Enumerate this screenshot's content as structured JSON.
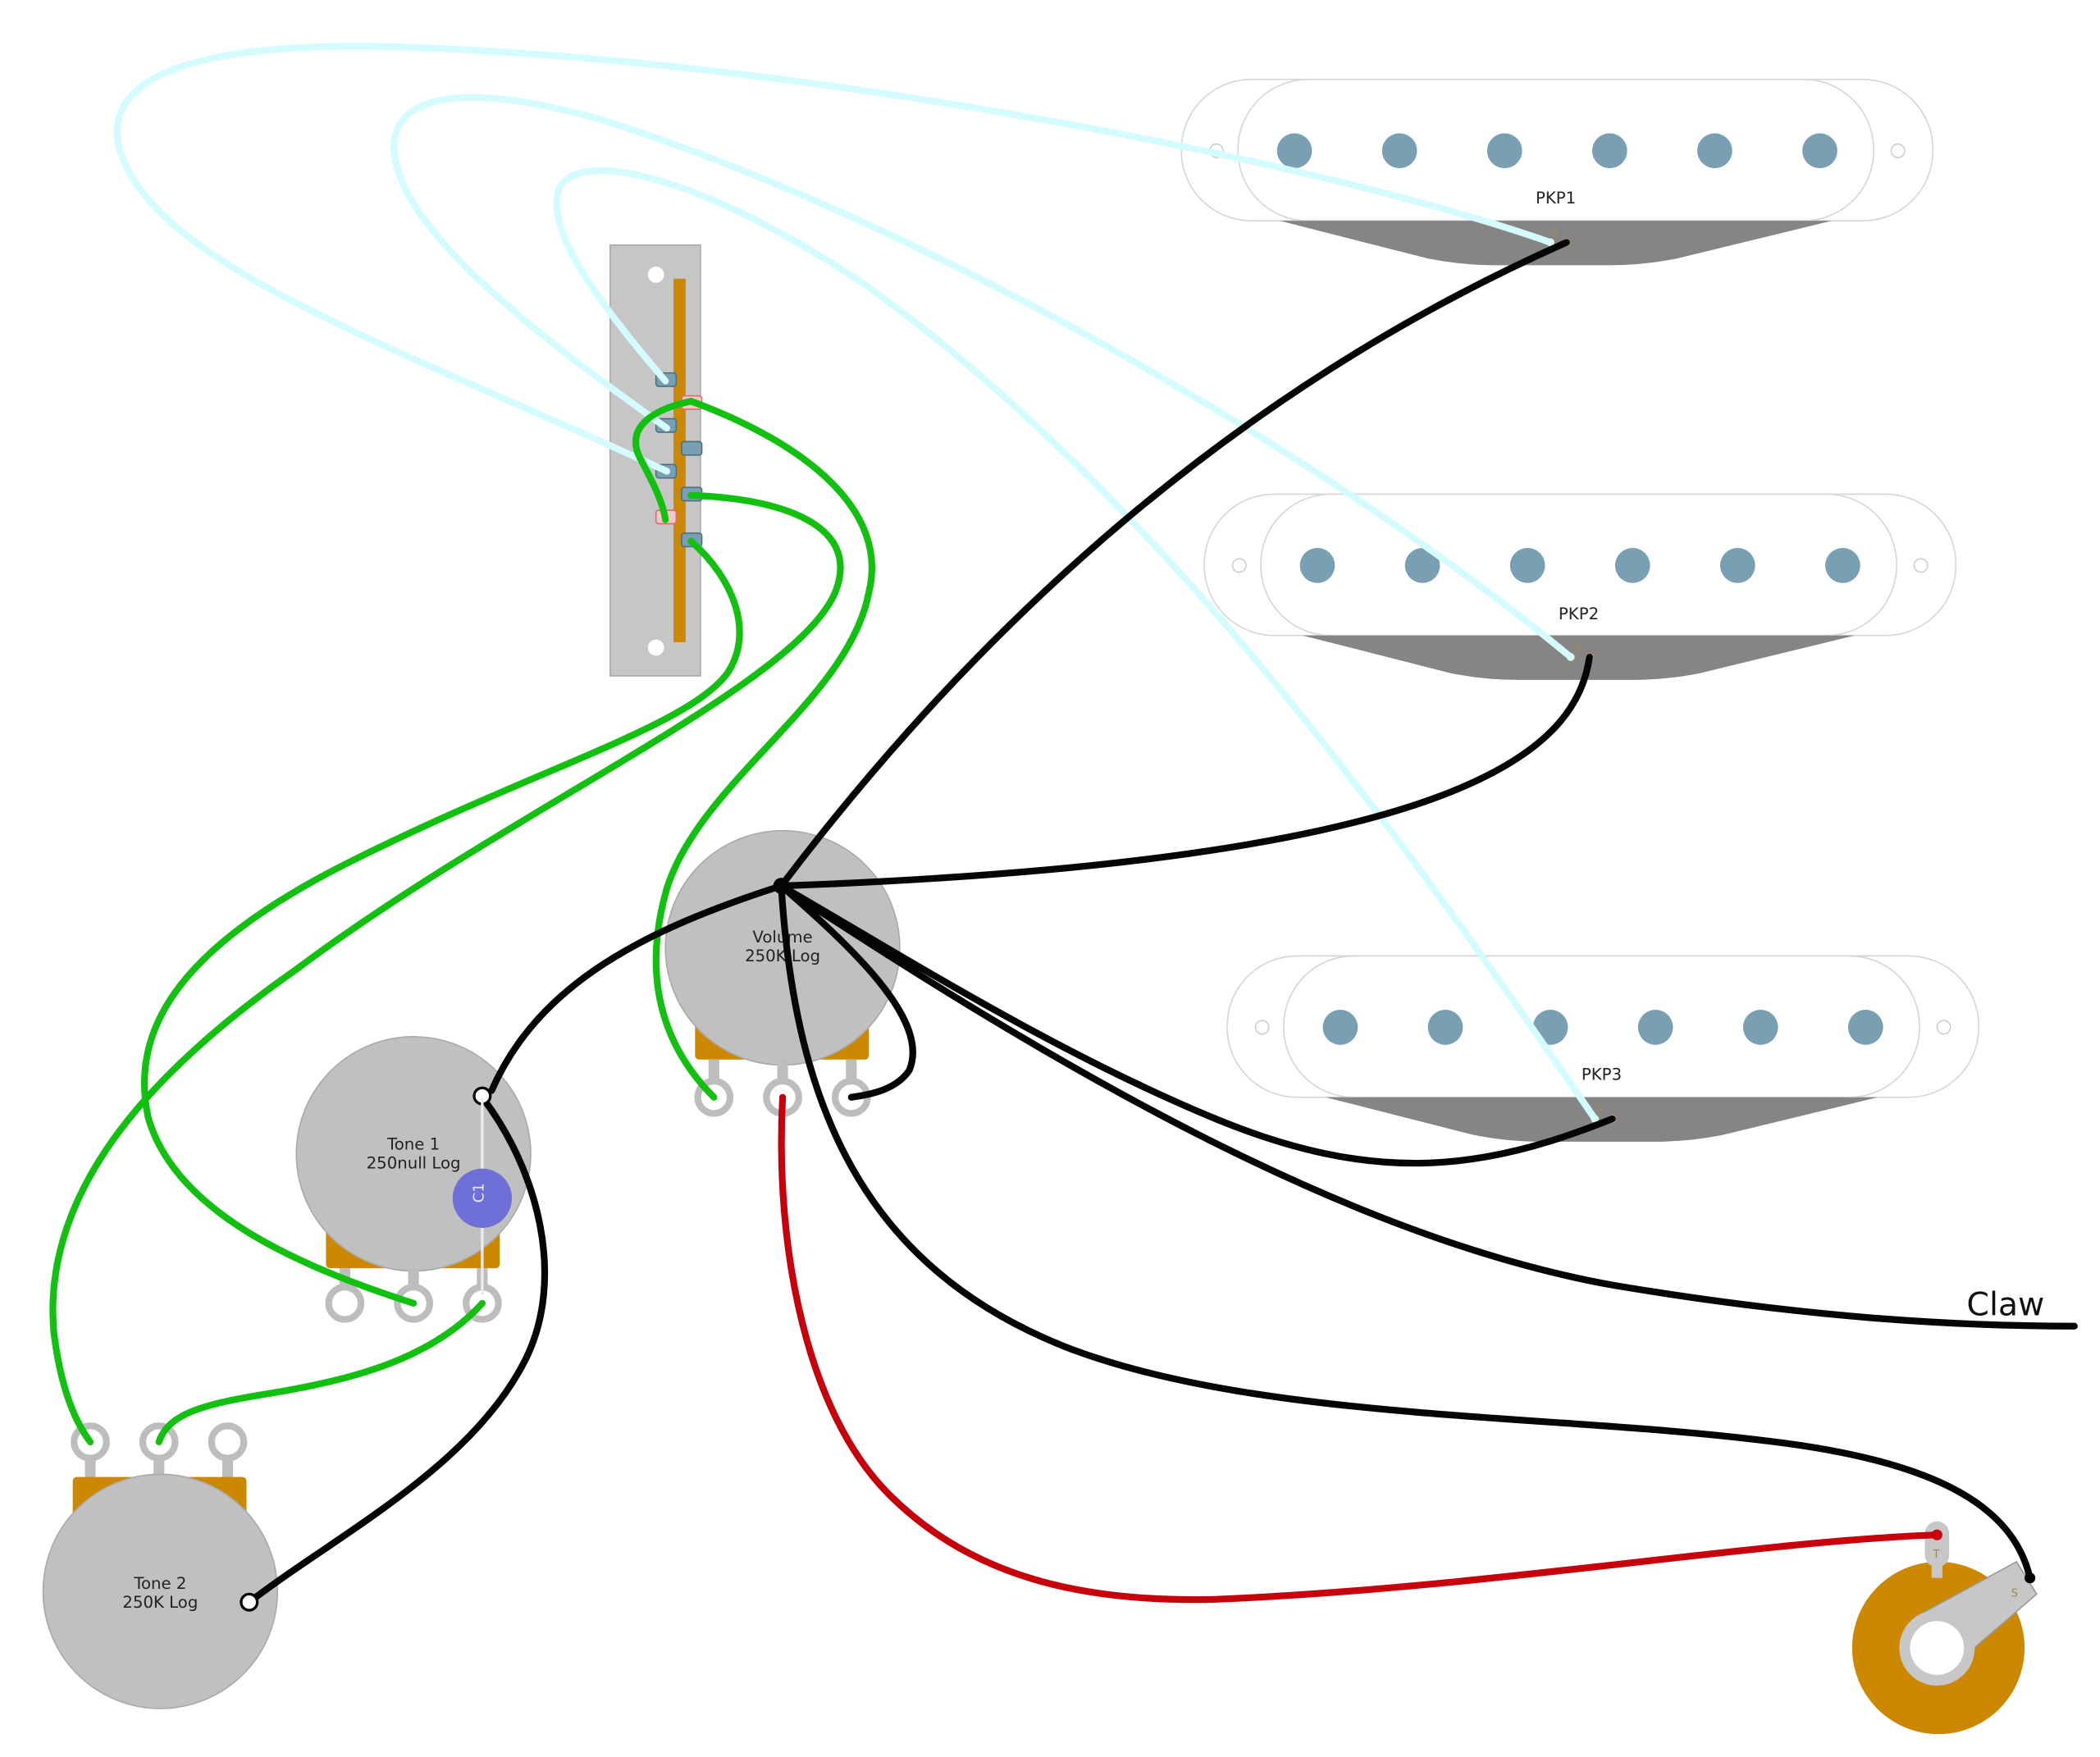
{
  "pickups": [
    {
      "label": "PKP1",
      "terminal_marker": "N"
    },
    {
      "label": "PKP2",
      "terminal_marker": "N"
    },
    {
      "label": "PKP3",
      "terminal_marker": "N"
    }
  ],
  "pots": {
    "volume": {
      "name": "Volume",
      "value": "250K Log"
    },
    "tone1": {
      "name": "Tone 1",
      "value": "250null Log"
    },
    "tone2": {
      "name": "Tone 2",
      "value": "250K Log"
    }
  },
  "capacitor": {
    "label": "C1"
  },
  "jack": {
    "tip_marker": "T",
    "sleeve_marker": "S"
  },
  "ground_label": "Claw",
  "colors": {
    "pot_body": "#c0c0c0",
    "pot_bracket": "#cc8800",
    "pole_piece": "#789fb2",
    "wire_white": "#d4fbff",
    "wire_green": "#12c00f",
    "wire_black": "#050505",
    "wire_red": "#c8000b",
    "capacitor": "#6f6fd8",
    "jack_body": "#cc8800"
  }
}
